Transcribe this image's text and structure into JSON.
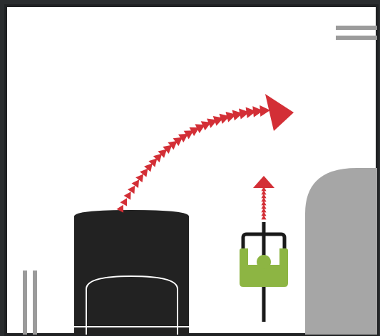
{
  "colors": {
    "outer_background": "#2a2d2f",
    "frame_border": "#202224",
    "panel_background": "#ffffff",
    "lane_marking": "#9b9b9b",
    "car": "#222222",
    "car_outline": "#ffffff",
    "parked_vehicle": "#a6a6a6",
    "cyclist_body": "#8db543",
    "cyclist_line": "#1a1a1a",
    "arrow": "#d32f36"
  },
  "elements": {
    "car": "car-top-view",
    "cyclist": "cyclist-top-view",
    "car_path": "curved-dashed-arrow",
    "cyclist_path": "straight-dashed-arrow",
    "parked_vehicle": "parked-vehicle-shape",
    "lane_marks": [
      "double-line-top-right",
      "double-line-bottom-left"
    ]
  }
}
